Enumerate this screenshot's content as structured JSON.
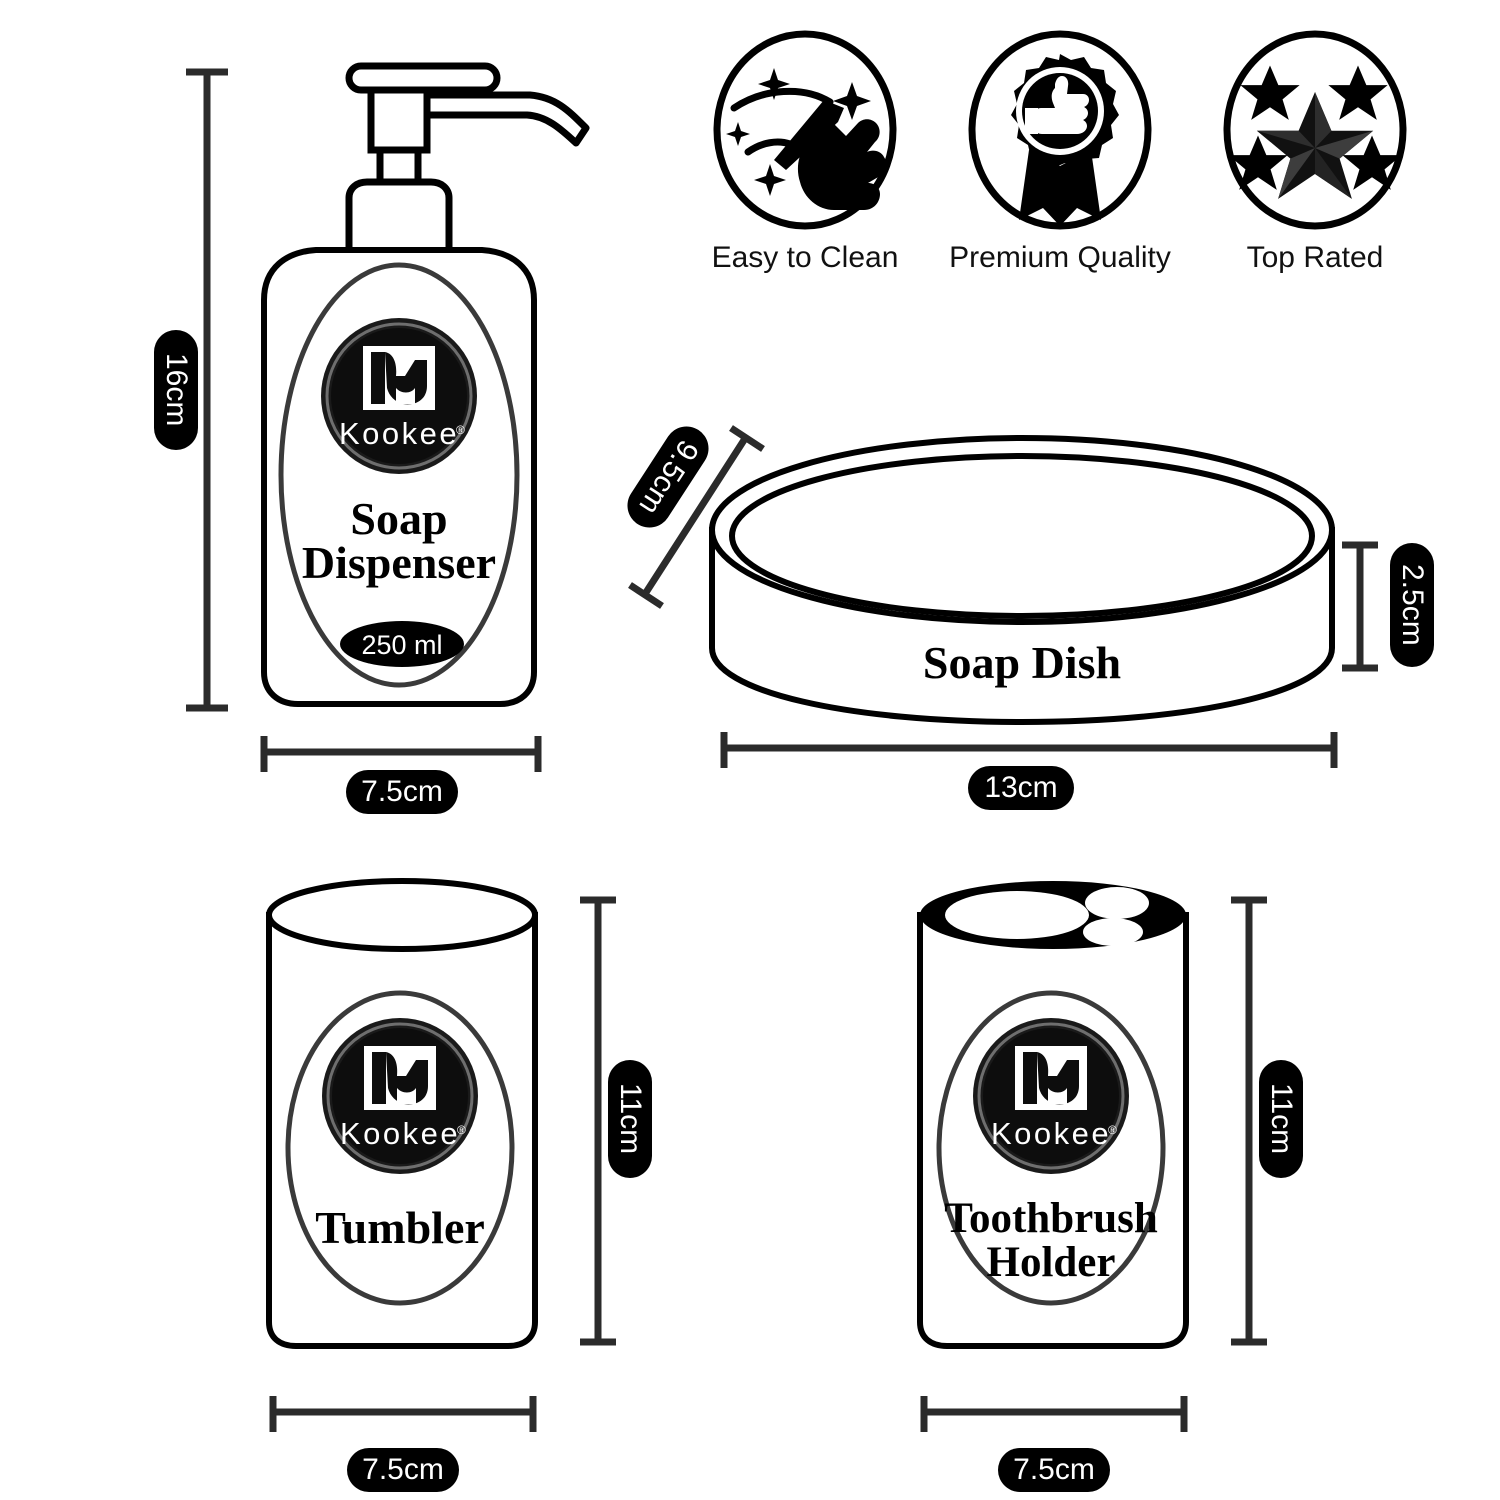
{
  "page": {
    "background": "#ffffff",
    "ink": "#000000",
    "pill_bg": "#000000",
    "pill_text": "#ffffff"
  },
  "brand": {
    "wordmark": "Kookee",
    "registered": "®",
    "logo_icon": "kookee-k-monogram"
  },
  "badges": [
    {
      "label": "Easy to Clean",
      "icon": "sparkle-hand-wipe-icon"
    },
    {
      "label": "Premium Quality",
      "icon": "award-ribbon-thumbsup-icon"
    },
    {
      "label": "Top Rated",
      "icon": "five-stars-icon"
    }
  ],
  "products": [
    {
      "id": "soap-dispenser",
      "name_line1": "Soap",
      "name_line2": "Dispenser",
      "capacity": "250 ml",
      "height_label": "16cm",
      "width_label": "7.5cm"
    },
    {
      "id": "soap-dish",
      "name_line1": "Soap Dish",
      "name_line2": "",
      "depth_label": "9.5cm",
      "height_label": "2.5cm",
      "width_label": "13cm"
    },
    {
      "id": "tumbler",
      "name_line1": "Tumbler",
      "name_line2": "",
      "height_label": "11cm",
      "width_label": "7.5cm"
    },
    {
      "id": "toothbrush-holder",
      "name_line1": "Toothbrush",
      "name_line2": "Holder",
      "height_label": "11cm",
      "width_label": "7.5cm"
    }
  ]
}
